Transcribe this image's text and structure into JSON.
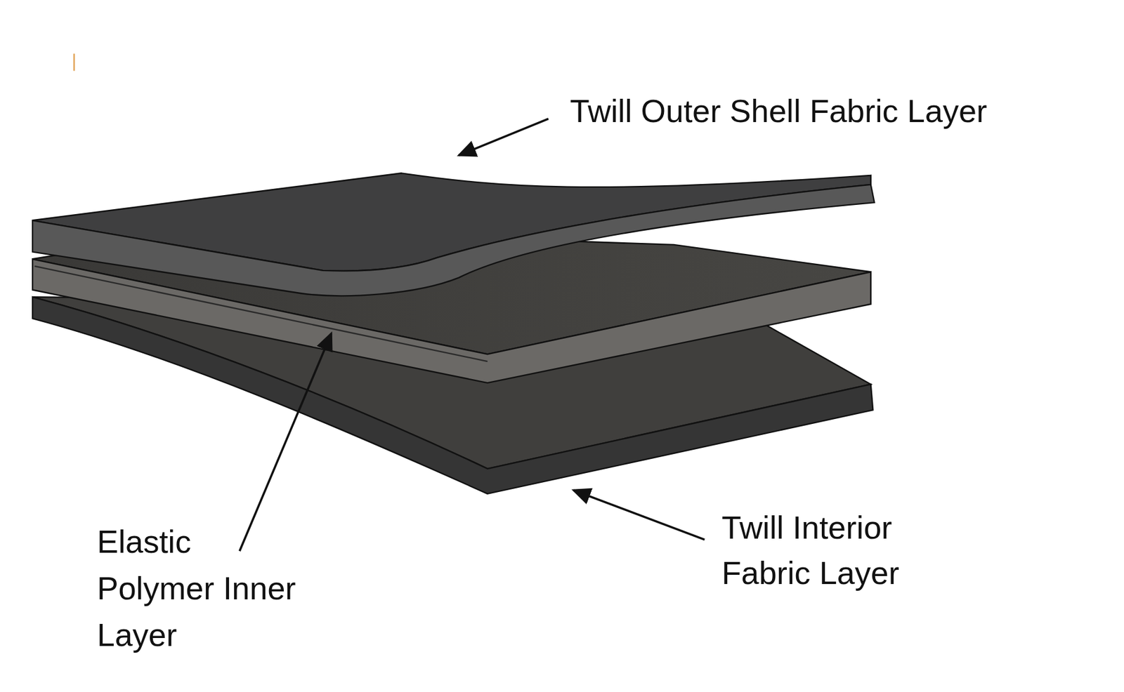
{
  "diagram": {
    "labels": [
      "Twill Outer Shell Fabric Layer",
      "Elastic Polymer Inner Layer",
      "Twill Interior Fabric Layer"
    ]
  }
}
